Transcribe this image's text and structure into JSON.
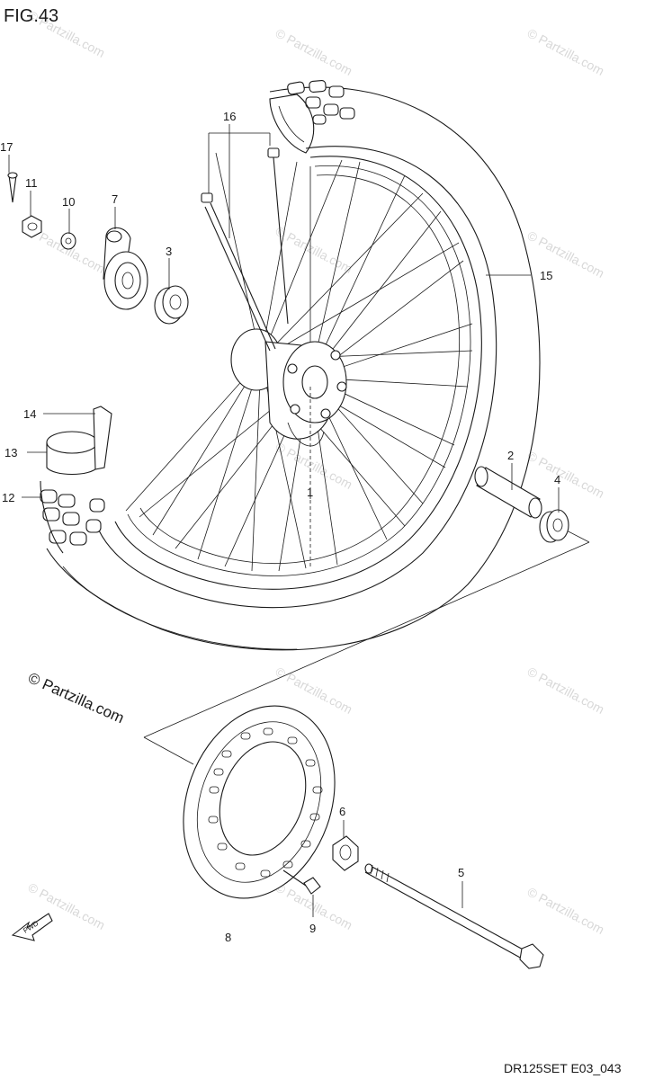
{
  "figure": {
    "title": "FIG.43",
    "code": "DR125SET E03_043",
    "copyright": "© Partzilla.com",
    "watermark": "© Partzilla.com",
    "fwd_label": "FWD"
  },
  "callouts": [
    {
      "id": "1",
      "label": "1"
    },
    {
      "id": "2",
      "label": "2"
    },
    {
      "id": "3",
      "label": "3"
    },
    {
      "id": "4",
      "label": "4"
    },
    {
      "id": "5",
      "label": "5"
    },
    {
      "id": "6",
      "label": "6"
    },
    {
      "id": "7",
      "label": "7"
    },
    {
      "id": "8",
      "label": "8"
    },
    {
      "id": "9",
      "label": "9"
    },
    {
      "id": "10",
      "label": "10"
    },
    {
      "id": "11",
      "label": "11"
    },
    {
      "id": "12",
      "label": "12"
    },
    {
      "id": "13",
      "label": "13"
    },
    {
      "id": "14",
      "label": "14"
    },
    {
      "id": "15",
      "label": "15"
    },
    {
      "id": "16",
      "label": "16"
    },
    {
      "id": "17",
      "label": "17"
    }
  ]
}
